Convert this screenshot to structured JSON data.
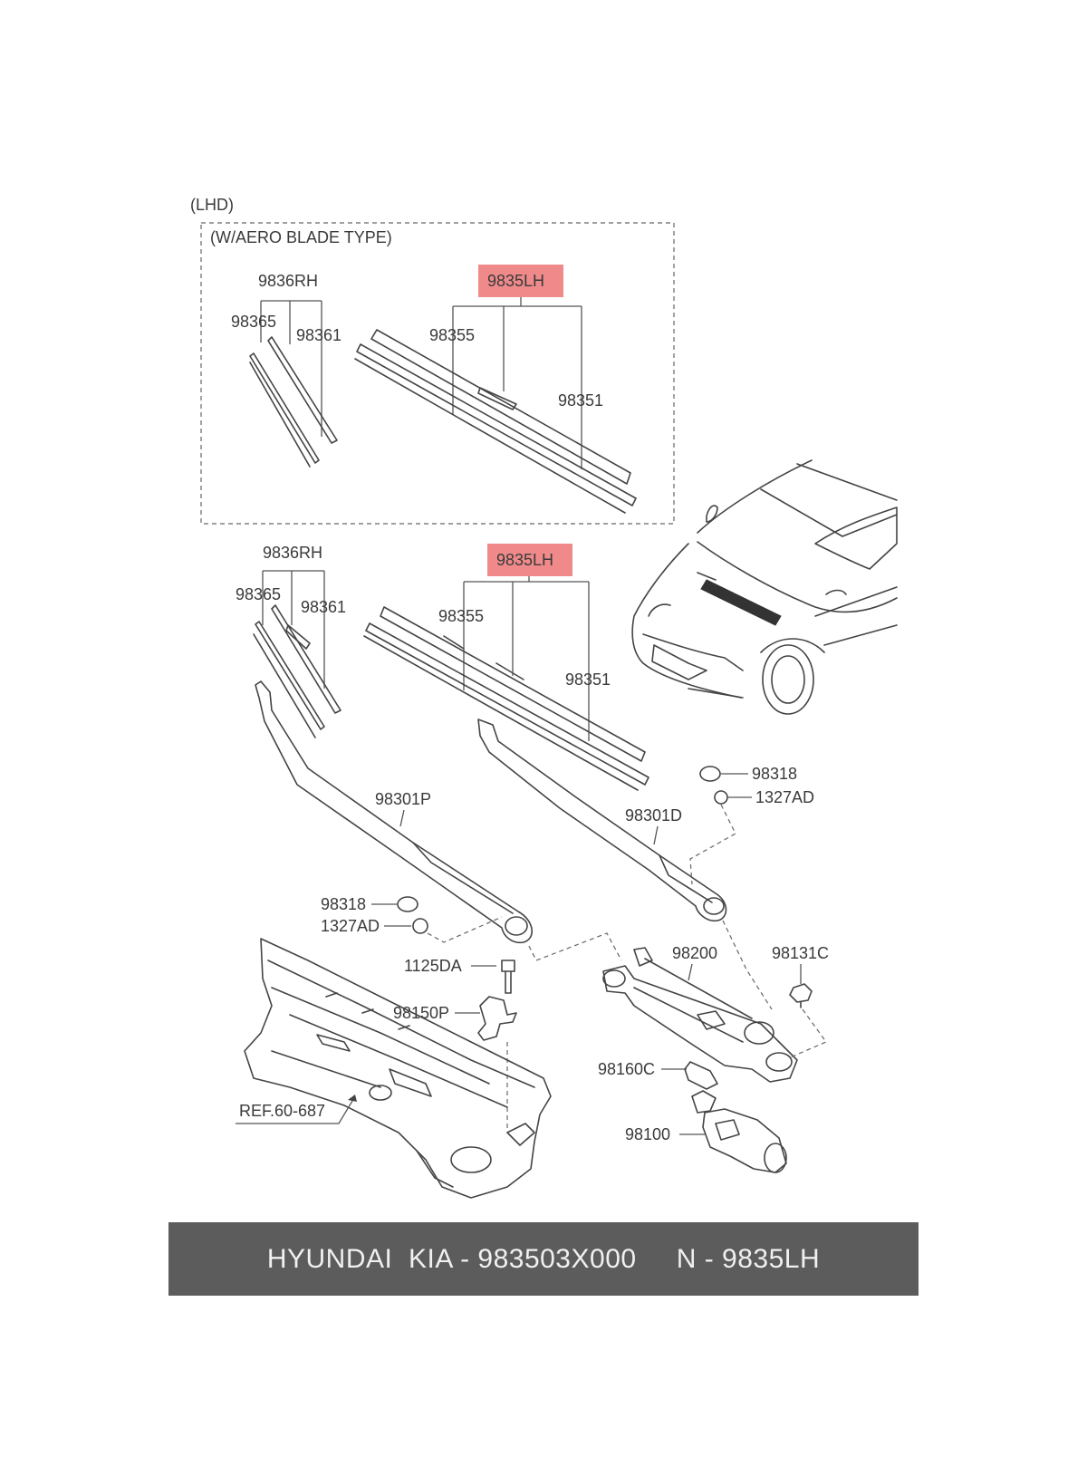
{
  "labels": {
    "lhd": "(LHD)",
    "aero": "(W/AERO BLADE TYPE)",
    "top_rh": "9836RH",
    "top_lh": "9835LH",
    "top_98365": "98365",
    "top_98361": "98361",
    "top_98355": "98355",
    "top_98351": "98351",
    "mid_rh": "9836RH",
    "mid_lh": "9835LH",
    "mid_98365": "98365",
    "mid_98361": "98361",
    "mid_98355": "98355",
    "mid_98351": "98351",
    "arm_p": "98301P",
    "arm_d": "98301D",
    "r_98318": "98318",
    "r_1327ad": "1327AD",
    "l_98318": "98318",
    "l_1327ad": "1327AD",
    "bolt": "1125DA",
    "bracket": "98150P",
    "linkage": "98200",
    "nut": "98131C",
    "plate": "98160C",
    "motor": "98100",
    "ref": "REF.60-687"
  },
  "highlight_color": "#f08a8a",
  "footer": {
    "text": "HYUNDAI  KIA - 983503X000     N - 9835LH"
  }
}
